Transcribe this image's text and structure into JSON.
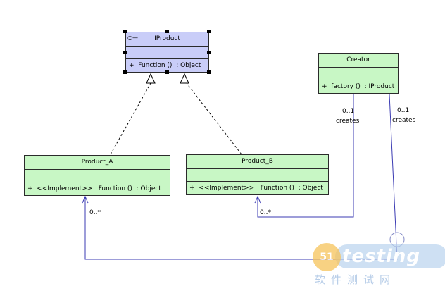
{
  "colors": {
    "class_fill": "#c8f7c5",
    "interface_fill": "#c9cdf8",
    "association_line": "#3b3bb3",
    "realization_line": "#000000"
  },
  "iproduct": {
    "name": "IProduct",
    "icon": "interface-icon",
    "op_visibility": "+",
    "op_name": "Function ()",
    "op_type": ": Object"
  },
  "creator": {
    "name": "Creator",
    "op_visibility": "+",
    "op_name": "factory ()",
    "op_type": ": IProduct"
  },
  "product_a": {
    "name": "Product_A",
    "op_visibility": "+",
    "op_stereotype": "<<Implement>>",
    "op_name": "Function ()",
    "op_type": ": Object"
  },
  "product_b": {
    "name": "Product_B",
    "op_visibility": "+",
    "op_stereotype": "<<Implement>>",
    "op_name": "Function ()",
    "op_type": ": Object"
  },
  "associations": [
    {
      "source_multiplicity": "0..1",
      "role": "creates",
      "target_multiplicity": "0..*"
    },
    {
      "source_multiplicity": "0..1",
      "role": "creates",
      "target_multiplicity": "0..*"
    }
  ],
  "watermark": {
    "badge": "51",
    "text": "testing",
    "subtitle": "软件测试网"
  }
}
